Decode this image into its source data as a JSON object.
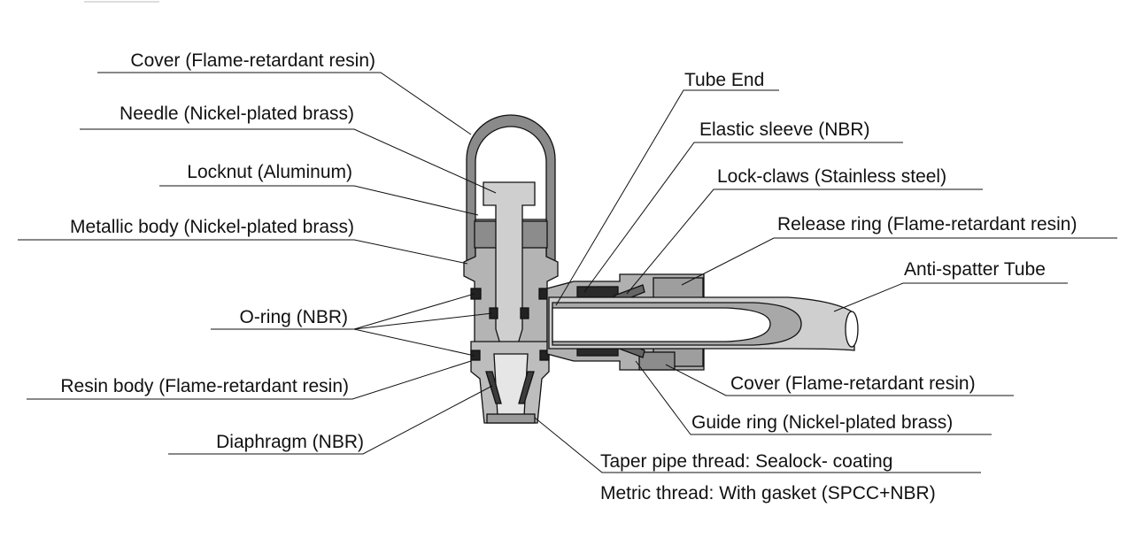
{
  "labels": {
    "cover_top": "Cover (Flame-retardant resin)",
    "needle": "Needle (Nickel-plated brass)",
    "locknut": "Locknut (Aluminum)",
    "metallic_body": "Metallic body (Nickel-plated brass)",
    "o_ring": "O-ring (NBR)",
    "resin_body": "Resin body (Flame-retardant resin)",
    "diaphragm": "Diaphragm (NBR)",
    "tube_end": "Tube End",
    "elastic_sleeve": "Elastic sleeve (NBR)",
    "lock_claws": "Lock-claws (Stainless steel)",
    "release_ring": "Release ring (Flame-retardant resin)",
    "anti_spatter_tube": "Anti-spatter Tube",
    "cover_right": "Cover (Flame-retardant resin)",
    "guide_ring": "Guide ring (Nickel-plated brass)",
    "taper_thread": "Taper pipe thread: Sealock- coating",
    "metric_thread": "Metric thread: With gasket (SPCC+NBR)"
  }
}
